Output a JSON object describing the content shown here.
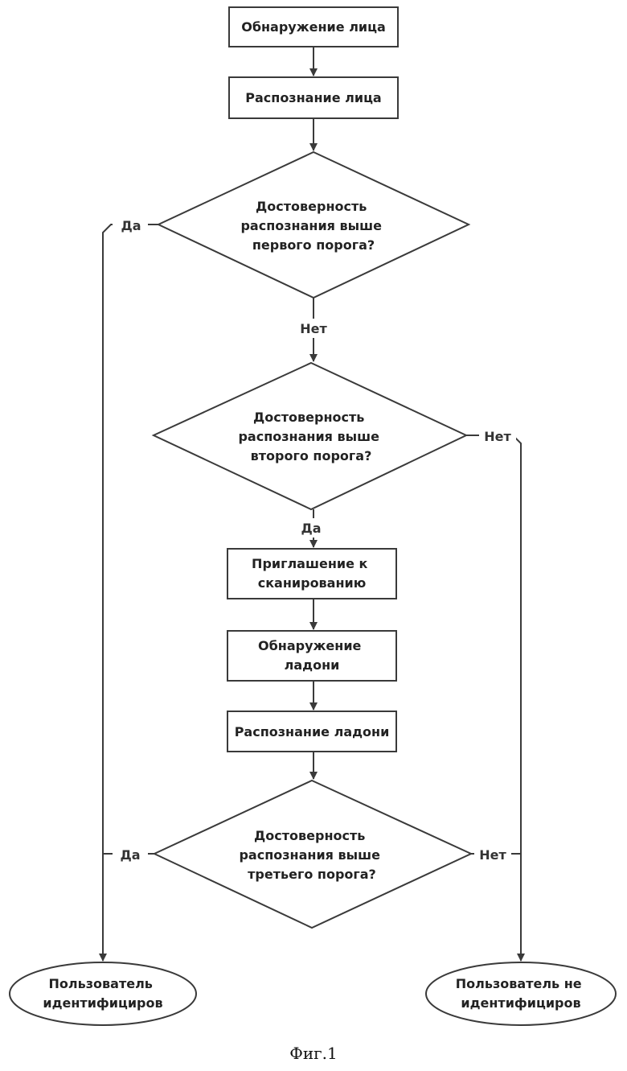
{
  "nodes": {
    "face_detection": "Обнаружение лица",
    "face_recognition": "Распознание лица",
    "decision1": [
      "Достоверность",
      "распознания выше",
      "первого порога?"
    ],
    "decision2": [
      "Достоверность",
      "распознания выше",
      "второго порога?"
    ],
    "scan_invitation": [
      "Приглашение к",
      "сканированию"
    ],
    "palm_detection": [
      "Обнаружение",
      "ладони"
    ],
    "palm_recognition": "Распознание ладони",
    "decision3": [
      "Достоверность",
      "распознания выше",
      "третьего порога?"
    ],
    "user_identified": [
      "Пользователь",
      "идентифициров"
    ],
    "user_not_identified": [
      "Пользователь не",
      "идентифициров"
    ]
  },
  "edges": {
    "d1_yes": "Да",
    "d1_no": "Нет",
    "d2_no": "Нет",
    "d2_yes": "Да",
    "d3_yes": "Да",
    "d3_no": "Нет"
  },
  "caption": "Фиг.1"
}
